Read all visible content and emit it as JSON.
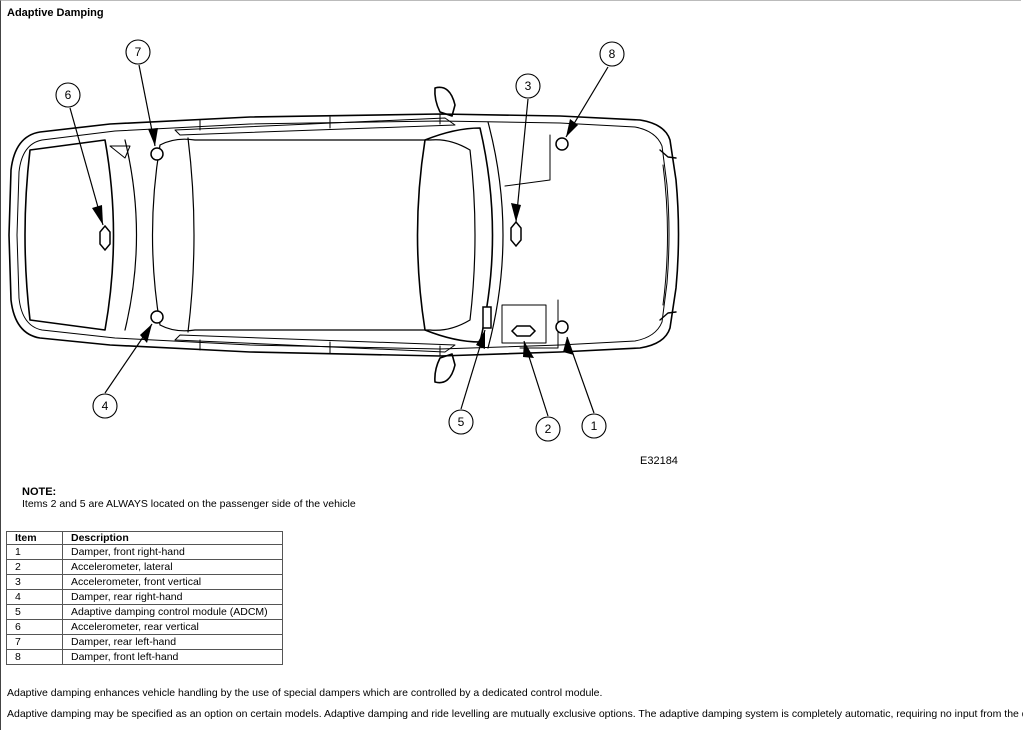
{
  "header": {
    "title": "Adaptive Damping"
  },
  "figure": {
    "code": "E32184",
    "callouts": [
      {
        "number": "1"
      },
      {
        "number": "2"
      },
      {
        "number": "3"
      },
      {
        "number": "4"
      },
      {
        "number": "5"
      },
      {
        "number": "6"
      },
      {
        "number": "7"
      },
      {
        "number": "8"
      }
    ]
  },
  "note": {
    "title": "NOTE:",
    "text": "Items 2 and 5 are ALWAYS located on the passenger side of the vehicle"
  },
  "table": {
    "headers": [
      "Item",
      "Description"
    ],
    "rows": [
      {
        "item": "1",
        "description": "Damper, front right-hand"
      },
      {
        "item": "2",
        "description": "Accelerometer, lateral"
      },
      {
        "item": "3",
        "description": "Accelerometer, front vertical"
      },
      {
        "item": "4",
        "description": "Damper, rear right-hand"
      },
      {
        "item": "5",
        "description": "Adaptive damping control module (ADCM)"
      },
      {
        "item": "6",
        "description": "Accelerometer, rear vertical"
      },
      {
        "item": "7",
        "description": "Damper, rear left-hand"
      },
      {
        "item": "8",
        "description": "Damper, front left-hand"
      }
    ]
  },
  "paragraphs": [
    "Adaptive damping enhances vehicle handling by the use of special dampers which are controlled by a dedicated control module.",
    "Adaptive damping may be specified as an option on certain models. Adaptive damping and ride levelling are mutually exclusive options. The adaptive damping system is completely automatic, requiring no input from the driver."
  ]
}
